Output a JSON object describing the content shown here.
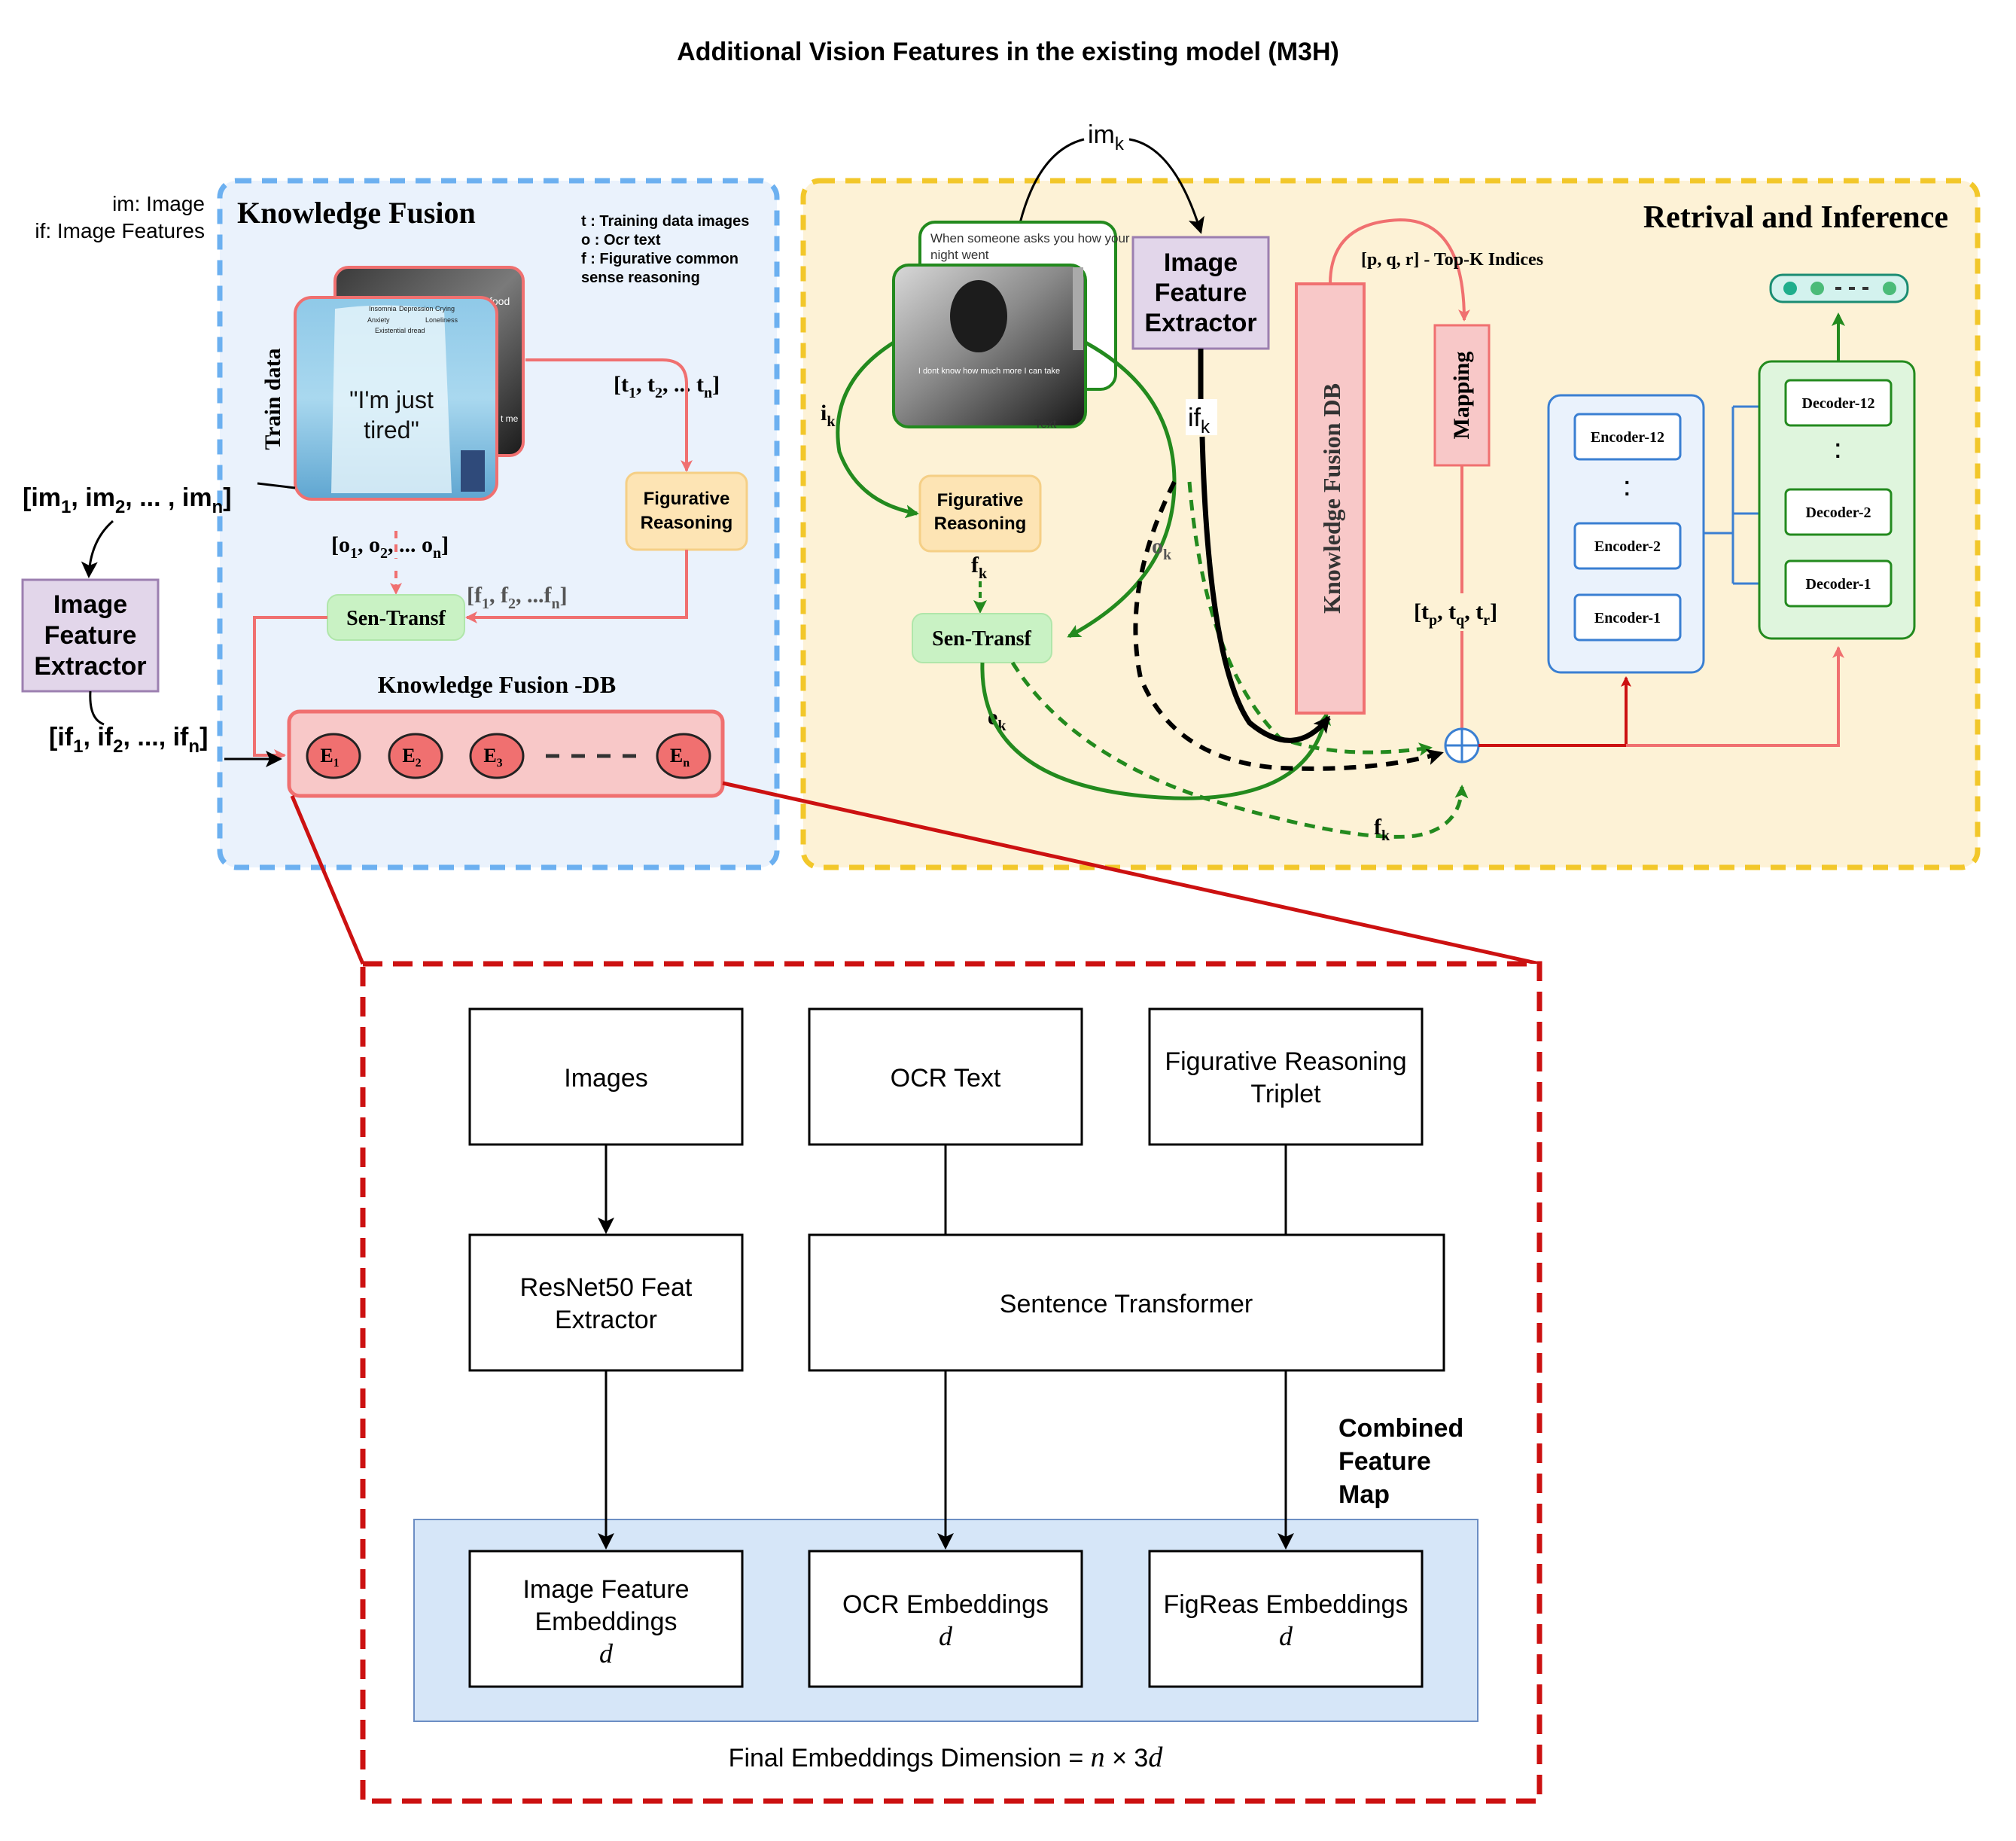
{
  "title": "Additional Vision Features in the existing model (M3H)",
  "legend": {
    "im": "im: Image",
    "if": "if: Image Features"
  },
  "left_inputs": {
    "images_prefix": "[im",
    "images_sub1": "1",
    "images_mid1": ", im",
    "images_sub2": "2",
    "images_mid2": ", ... , im",
    "images_subn": "n",
    "images_end": "]",
    "feats_prefix": "[if",
    "feats_sub1": "1",
    "feats_mid1": ", if",
    "feats_sub2": "2",
    "feats_mid2": ", ..., if",
    "feats_subn": "n",
    "feats_end": "]"
  },
  "image_feature_extractor": {
    "line1": "Image",
    "line2": "Feature",
    "line3": "Extractor"
  },
  "knowledge_fusion": {
    "title": "Knowledge Fusion",
    "legend_t": "t : Training data images",
    "legend_o": "o : Ocr text",
    "legend_f1": "f : Figurative common",
    "legend_f2": "sense reasoning",
    "train_data": "Train data",
    "meme_text_1": "\"I'm just",
    "meme_text_2": "tired\"",
    "meme_small": [
      "Insomnia",
      "Depression",
      "Crying",
      "Anxiety",
      "Loneliness",
      "Existential dread",
      "food",
      "t me"
    ],
    "t_prefix": "[t",
    "t_s1": "1",
    "t_mid1": ", t",
    "t_s2": "2",
    "t_mid2": ", ... t",
    "t_sn": "n",
    "t_end": "]",
    "o_prefix": "[o",
    "o_s1": "1",
    "o_mid1": ", o",
    "o_s2": "2",
    "o_mid2": ", ... o",
    "o_sn": "n",
    "o_end": "]",
    "f_prefix": "[f",
    "f_s1": "1",
    "f_mid1": ", f",
    "f_s2": "2",
    "f_mid2": ", ...f",
    "f_sn": "n",
    "f_end": "]",
    "fig_reasoning_1": "Figurative",
    "fig_reasoning_2": "Reasoning",
    "sen_transf": "Sen-Transf",
    "db_title": "Knowledge Fusion -DB",
    "entries": [
      {
        "base": "E",
        "sub": "1"
      },
      {
        "base": "E",
        "sub": "2"
      },
      {
        "base": "E",
        "sub": "3"
      },
      {
        "base": "E",
        "sub": "n"
      }
    ]
  },
  "retrieval": {
    "title": "Retrival and Inference",
    "im_k": "im",
    "k": "k",
    "meme_caption_1": "When someone asks you how your",
    "meme_caption_2": "night went",
    "meme_bottom": "I dont know how much more I can take",
    "meme_side": "Text",
    "i_k": "i",
    "f_k": "f",
    "o_k": "o",
    "if_k": "if",
    "e_k": "e",
    "fig_reasoning_1": "Figurative",
    "fig_reasoning_2": "Reasoning",
    "sen_transf": "Sen-Transf",
    "extractor": {
      "line1": "Image",
      "line2": "Feature",
      "line3": "Extractor"
    },
    "kf_db": "Knowledge Fusion DB",
    "topk": "[p, q, r] - Top-K Indices",
    "mapping": "Mapping",
    "tpqr_prefix": "[t",
    "tp": "p",
    "tq": "q",
    "tr": "r",
    "encoders": [
      "Encoder-12",
      "Encoder-2",
      "Encoder-1"
    ],
    "decoders": [
      "Decoder-12",
      "Decoder-2",
      "Decoder-1"
    ]
  },
  "zoom": {
    "inputs": [
      "Images",
      "OCR Text"
    ],
    "fig_triplet_1": "Figurative Reasoning",
    "fig_triplet_2": "Triplet",
    "resnet_1": "ResNet50 Feat",
    "resnet_2": "Extractor",
    "sentence_transformer": "Sentence Transformer",
    "combined_1": "Combined",
    "combined_2": "Feature",
    "combined_3": "Map",
    "emb_image_1": "Image Feature",
    "emb_image_2": "Embeddings",
    "emb_ocr": "OCR Embeddings",
    "emb_fig": "FigReas Embeddings",
    "dim_d": "d",
    "final_label": "Final Embeddings Dimension = ",
    "final_n": "n",
    "final_times": " × 3",
    "final_d": "d"
  },
  "colors": {
    "kf_bg": "#eaf2fc",
    "kf_border": "#6cb0f0",
    "ri_bg": "#fdf2d6",
    "ri_border": "#f2c72a",
    "extractor_bg": "#e2d6ea",
    "extractor_border": "#9c7fb0",
    "salmon": "#f07070",
    "entry_fill": "#f07070",
    "fig_bg": "#fde4b4",
    "sen_bg": "#c9f2c4",
    "green": "#238a1e",
    "blue": "#3a7fd2",
    "dark_red": "#cc1111",
    "combined_bg": "#d6e6f8"
  }
}
